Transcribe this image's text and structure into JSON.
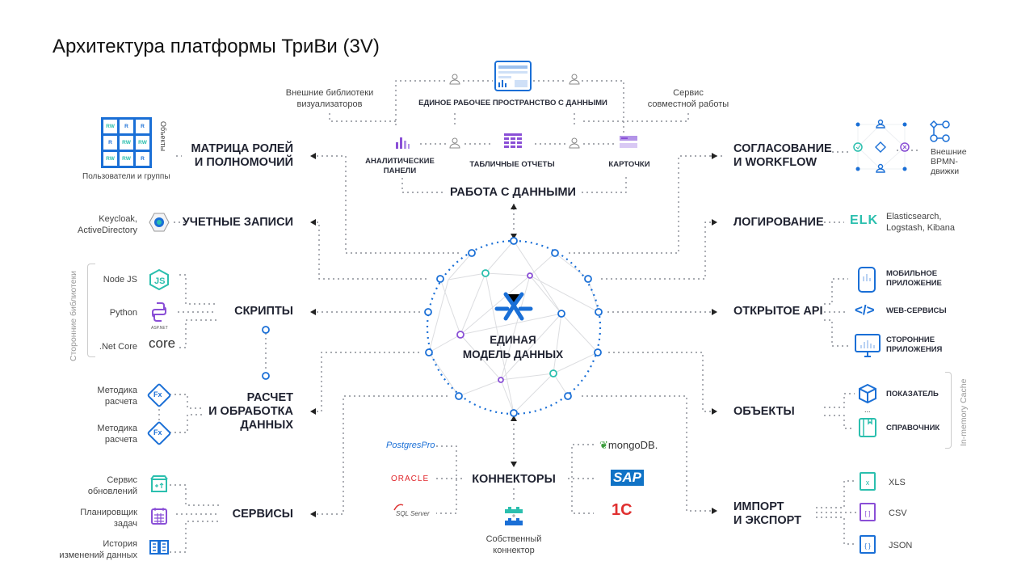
{
  "title": "Архитектура платформы ТриВи (3V)",
  "top": {
    "workspace": "ЕДИНОЕ РАБОЧЕЕ ПРОСТРАНСТВО С ДАННЫМИ",
    "ext_libs": [
      "Внешние библиотеки",
      "визуализаторов"
    ],
    "collab": [
      "Сервис",
      "совместной работы"
    ],
    "analytics": [
      "АНАЛИТИЧЕСКИЕ",
      "ПАНЕЛИ"
    ],
    "tables": "ТАБЛИЧНЫЕ ОТЧЕТЫ",
    "cards": "КАРТОЧКИ",
    "work": "РАБОТА С ДАННЫМИ"
  },
  "center": [
    "ЕДИНАЯ",
    "МОДЕЛЬ ДАННЫХ"
  ],
  "left": {
    "matrix": [
      "МАТРИЦА РОЛЕЙ",
      "И ПОЛНОМОЧИЙ"
    ],
    "matrix_cells": [
      "RW",
      "R",
      "R",
      "R",
      "RW",
      "RW",
      "RW",
      "RW",
      "R"
    ],
    "matrix_objects": "Объекты",
    "matrix_users": "Пользователи и группы",
    "accounts": "УЧЕТНЫЕ ЗАПИСИ",
    "accounts_src": [
      "Keycloak,",
      "ActiveDirectory"
    ],
    "scripts": "СКРИПТЫ",
    "third_party": "Сторонние библиотеки",
    "nodejs": "Node JS",
    "python": "Python",
    "netcore": ".Net Core",
    "aspnet": "ASP.NET",
    "core_logo": "core",
    "calc": [
      "РАСЧЕТ",
      "И ОБРАБОТКА",
      "ДАННЫХ"
    ],
    "method": [
      "Методика",
      "расчета"
    ],
    "fx": "Fx",
    "services": "СЕРВИСЫ",
    "update": [
      "Сервис",
      "обновлений"
    ],
    "scheduler": [
      "Планировщик",
      "задач"
    ],
    "history": [
      "История",
      "изменений данных"
    ]
  },
  "right": {
    "workflow": [
      "СОГЛАСОВАНИЕ",
      "И WORKFLOW"
    ],
    "bpmn": [
      "Внешние",
      "BPMN-",
      "движки"
    ],
    "logging": "ЛОГИРОВАНИЕ",
    "elk": [
      "Elasticsearch,",
      "Logstash, Kibana"
    ],
    "elk_logo": "ELK",
    "api": "ОТКРЫТОЕ API",
    "mobile": [
      "МОБИЛЬНОЕ",
      "ПРИЛОЖЕНИЕ"
    ],
    "web": "WEB-СЕРВИСЫ",
    "apps": [
      "СТОРОННИЕ",
      "ПРИЛОЖЕНИЯ"
    ],
    "objects": "ОБЪЕКТЫ",
    "indicator": "ПОКАЗАТЕЛЬ",
    "dots": "...",
    "dictionary": "СПРАВОЧНИК",
    "cache": "In-memory Cache",
    "import": [
      "ИМПОРТ",
      "И ЭКСПОРТ"
    ],
    "xls": "XLS",
    "csv": "CSV",
    "json": "JSON",
    "xls_glyph": "x",
    "csv_glyph": "[ ]",
    "json_glyph": "{ }"
  },
  "bottom": {
    "connectors": "КОННЕКТОРЫ",
    "own": [
      "Собственный",
      "коннектор"
    ],
    "postgres": "PostgresPro",
    "oracle": "ORACLE",
    "sqlserver": "SQL Server",
    "mongo": "mongoDB.",
    "sap": "SAP",
    "onec": "1С"
  },
  "colors": {
    "blue": "#1a6fd6",
    "teal": "#2bbfae",
    "purple": "#8a4fd6",
    "text": "#1f2230"
  }
}
